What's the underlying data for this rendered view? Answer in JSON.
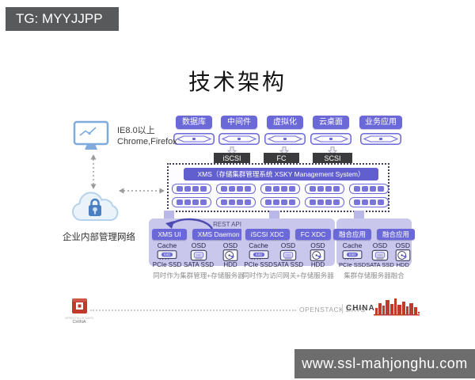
{
  "banner": {
    "label": "TG: MYYJJPP"
  },
  "title": "技术架构",
  "watermark": {
    "label": "www.ssl-mahjonghu.com"
  },
  "colors": {
    "accent_purple": "#6B68D8",
    "panel_purple": "#C9C7EC",
    "bar_purple": "#615ECF",
    "dark_protocol": "#3B3B3D",
    "banner_gray": "#58595B",
    "watermark_gray": "#6D6D6D",
    "icon_blue": "#7FABDC",
    "lock_blue": "#4A7FC1",
    "logo_red": "#C0392B"
  },
  "top_apps": [
    {
      "label": "数据库"
    },
    {
      "label": "中间件",
      "protocol": "iSCSI"
    },
    {
      "label": "虚拟化",
      "protocol": "FC"
    },
    {
      "label": "云桌面",
      "protocol": "SCSI"
    },
    {
      "label": "业务应用"
    }
  ],
  "client": {
    "browser_line1": "IE8.0以上",
    "browser_line2": "Chrome,Firefox",
    "network_label": "企业内部管理网络"
  },
  "xms": {
    "bar_label": "XMS（存储集群管理系统 XSKY Management System）"
  },
  "server_groups": [
    {
      "tag1": "XMS UI",
      "tag2": "XMS Daemon",
      "rest_api": "REST API",
      "caption": "同时作为集群管理+存储服务器"
    },
    {
      "tag1": "iSCSI XDC",
      "tag2": "FC XDC",
      "caption": "同时作为访问网关+存储服务器"
    },
    {
      "tag1": "融合应用",
      "tag2": "融合应用",
      "caption": "集群存储服务器融合"
    }
  ],
  "storage_cols": {
    "col1_top": "Cache",
    "col2_top": "OSD",
    "col3_top": "OSD",
    "col1_bottom": "PCIe SSD",
    "col2_bottom": "SATA SSD",
    "col3_bottom": "HDD",
    "ssd_label": "SSD"
  },
  "footer": {
    "left_logo_caption1": "OPENSTACK DAYS",
    "left_logo_caption2": "CHINA",
    "right_brand1": "OPENSTACK DAYS",
    "right_brand2": "CHINA"
  }
}
